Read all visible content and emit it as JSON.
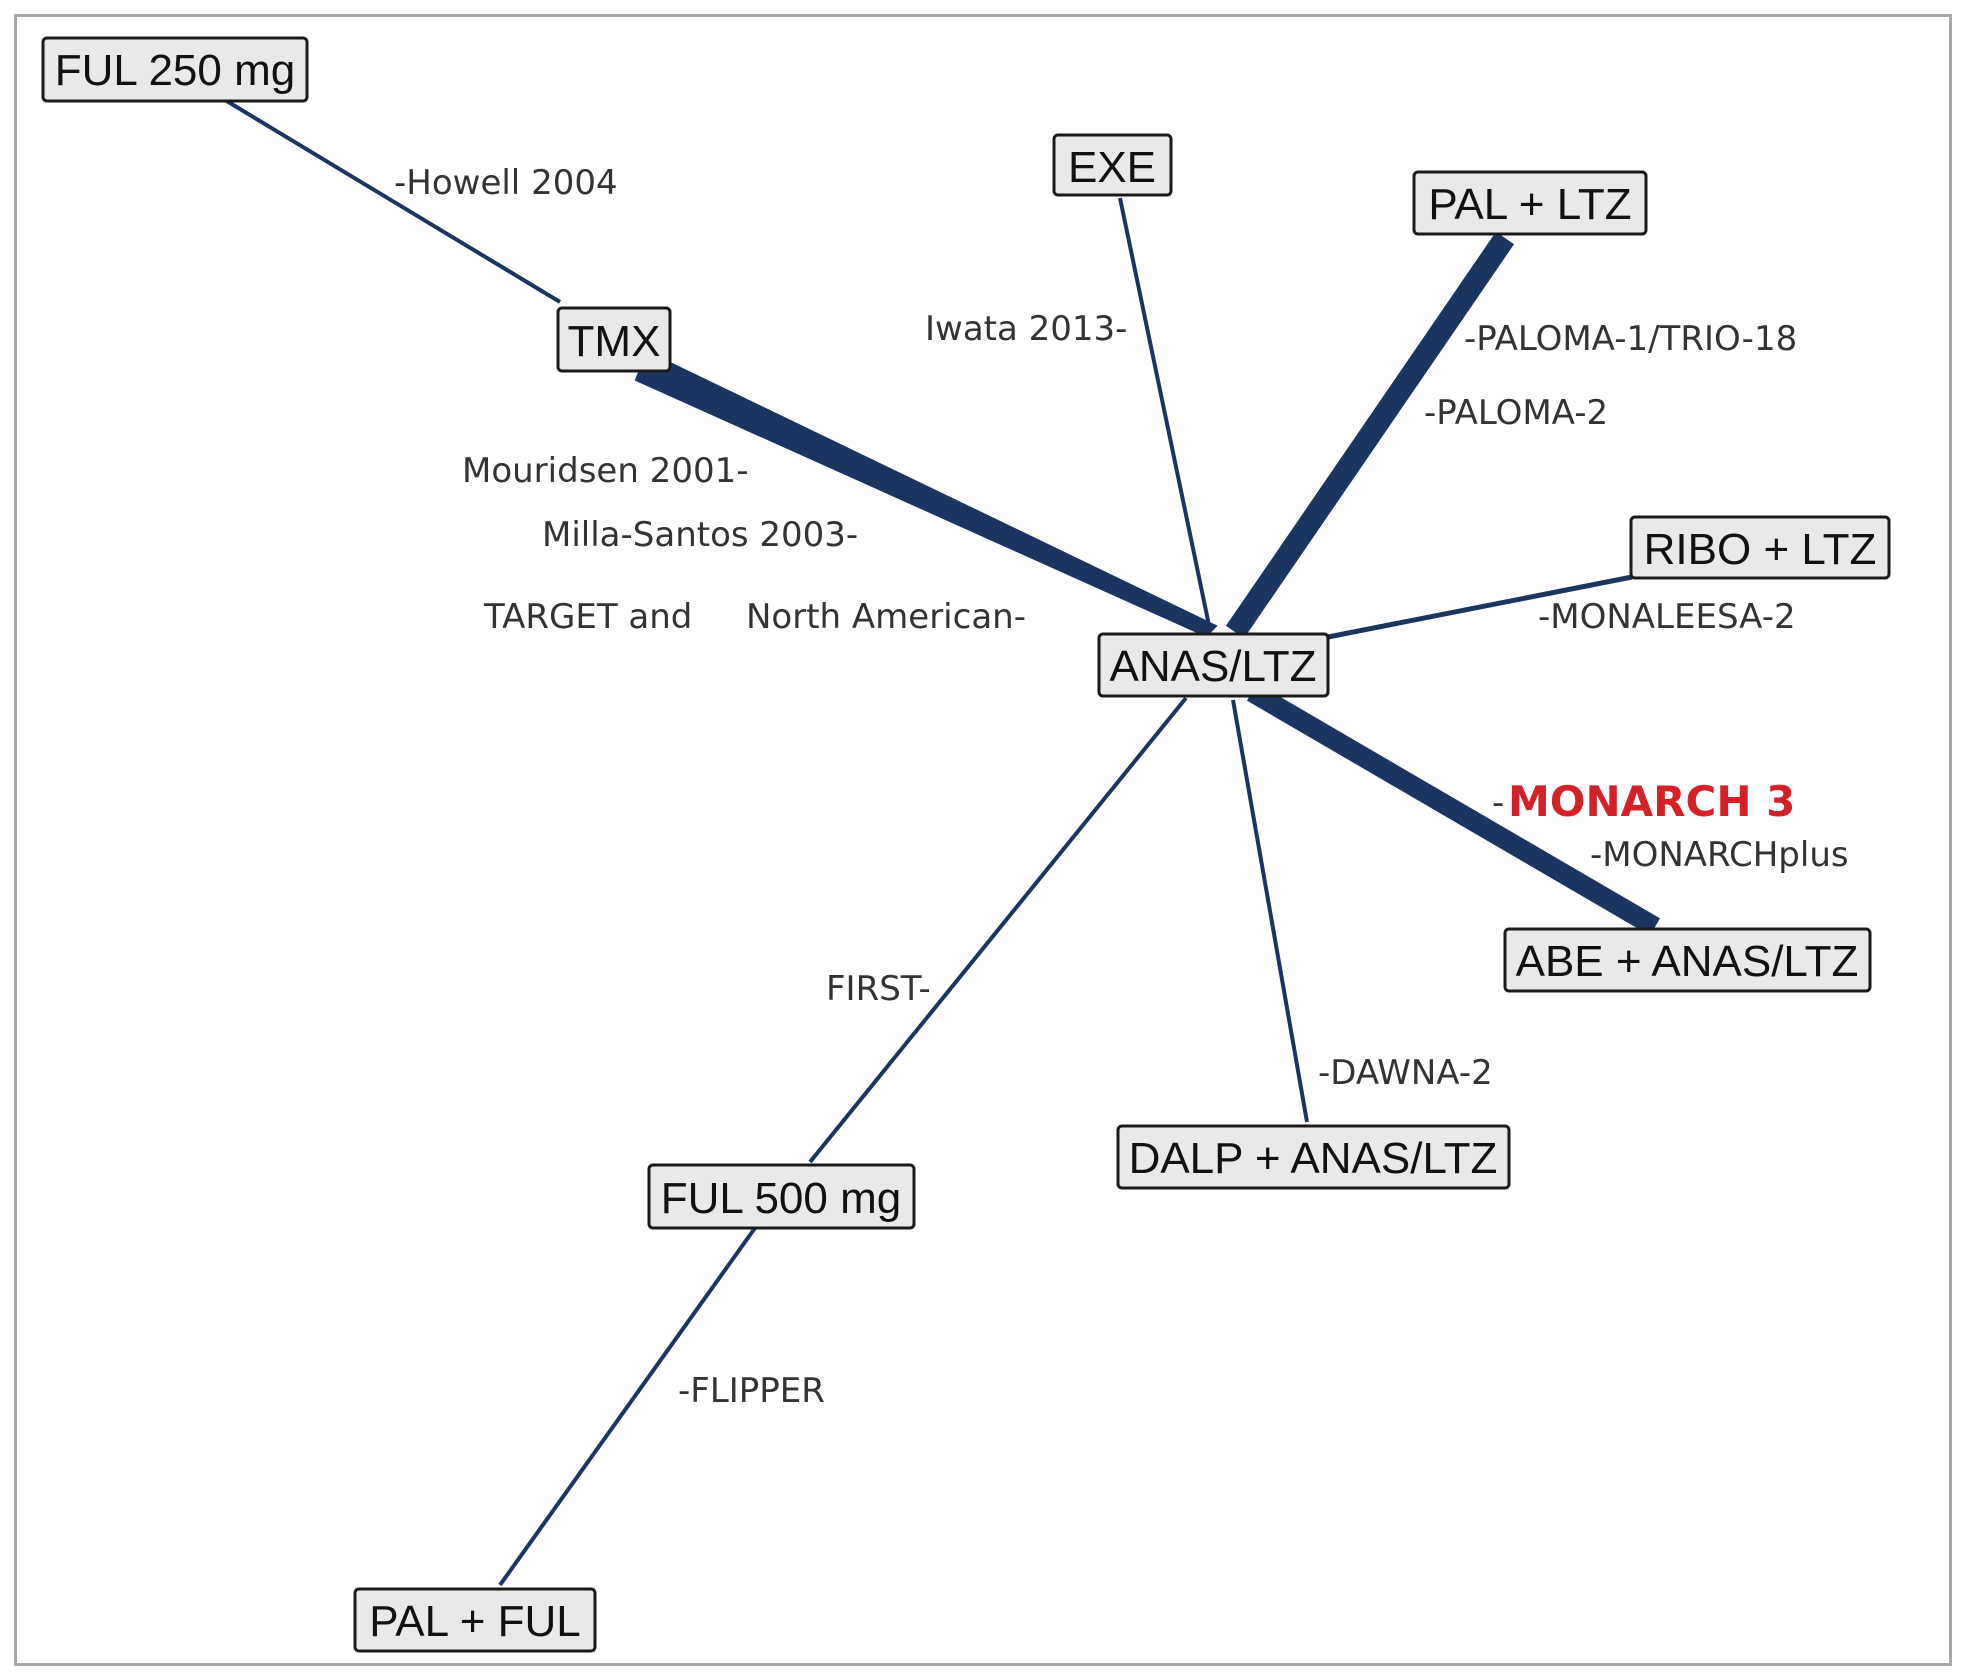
{
  "nodes": {
    "ful250": "FUL 250 mg",
    "exe": "EXE",
    "pal_ltz": "PAL + LTZ",
    "tmx": "TMX",
    "ribo_ltz": "RIBO + LTZ",
    "anas_ltz": "ANAS/LTZ",
    "abe_anas_ltz": "ABE + ANAS/LTZ",
    "dalp_anas_ltz": "DALP + ANAS/LTZ",
    "ful500": "FUL 500 mg",
    "pal_ful": "PAL + FUL"
  },
  "edges": {
    "ful250_tmx": {
      "trials": [
        "-Howell 2004"
      ]
    },
    "tmx_anas": {
      "trials": [
        "Mouridsen 2001-",
        "Milla-Santos 2003-",
        "TARGET and",
        "North American-"
      ]
    },
    "exe_anas": {
      "trials": [
        "Iwata 2013-"
      ]
    },
    "pal_ltz_anas": {
      "trials": [
        "-PALOMA-1/TRIO-18",
        "-PALOMA-2"
      ]
    },
    "ribo_anas": {
      "trials": [
        "-MONALEESA-2"
      ]
    },
    "abe_anas": {
      "trials": [
        "-",
        "MONARCH 3",
        "-MONARCHplus"
      ]
    },
    "dalp_anas": {
      "trials": [
        "-DAWNA-2"
      ]
    },
    "ful500_anas": {
      "trials": [
        "FIRST-"
      ]
    },
    "palful_ful500": {
      "trials": [
        "-FLIPPER"
      ]
    }
  },
  "colors": {
    "edge": "#1b3560",
    "highlight": "#d42027",
    "node_fill": "#e9e9e9"
  }
}
